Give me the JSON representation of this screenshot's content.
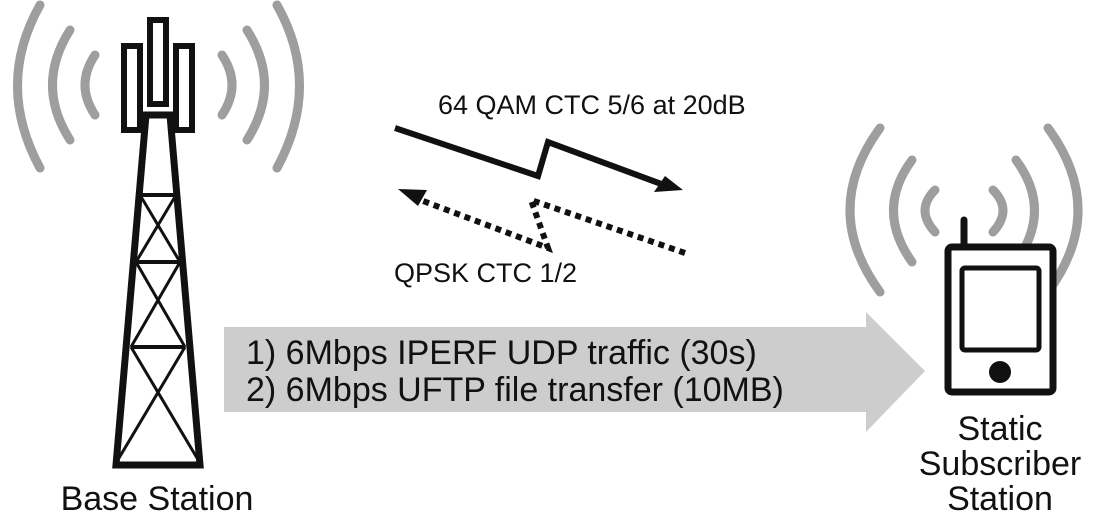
{
  "colors": {
    "ink": "#111111",
    "wave_gray": "#9e9e9e",
    "arrow_fill": "#cdcdcd",
    "background": "#ffffff"
  },
  "labels": {
    "downlink": "64 QAM CTC 5/6 at 20dB",
    "uplink": "QPSK CTC 1/2",
    "traffic_1": "1) 6Mbps IPERF UDP traffic (30s)",
    "traffic_2": "2) 6Mbps UFTP file transfer (10MB)",
    "base_station": "Base Station",
    "subscriber_line1": "Static",
    "subscriber_line2": "Subscriber",
    "subscriber_line3": "Station"
  },
  "icons": {
    "tower": "cell-tower-icon",
    "device": "mobile-device-icon"
  }
}
